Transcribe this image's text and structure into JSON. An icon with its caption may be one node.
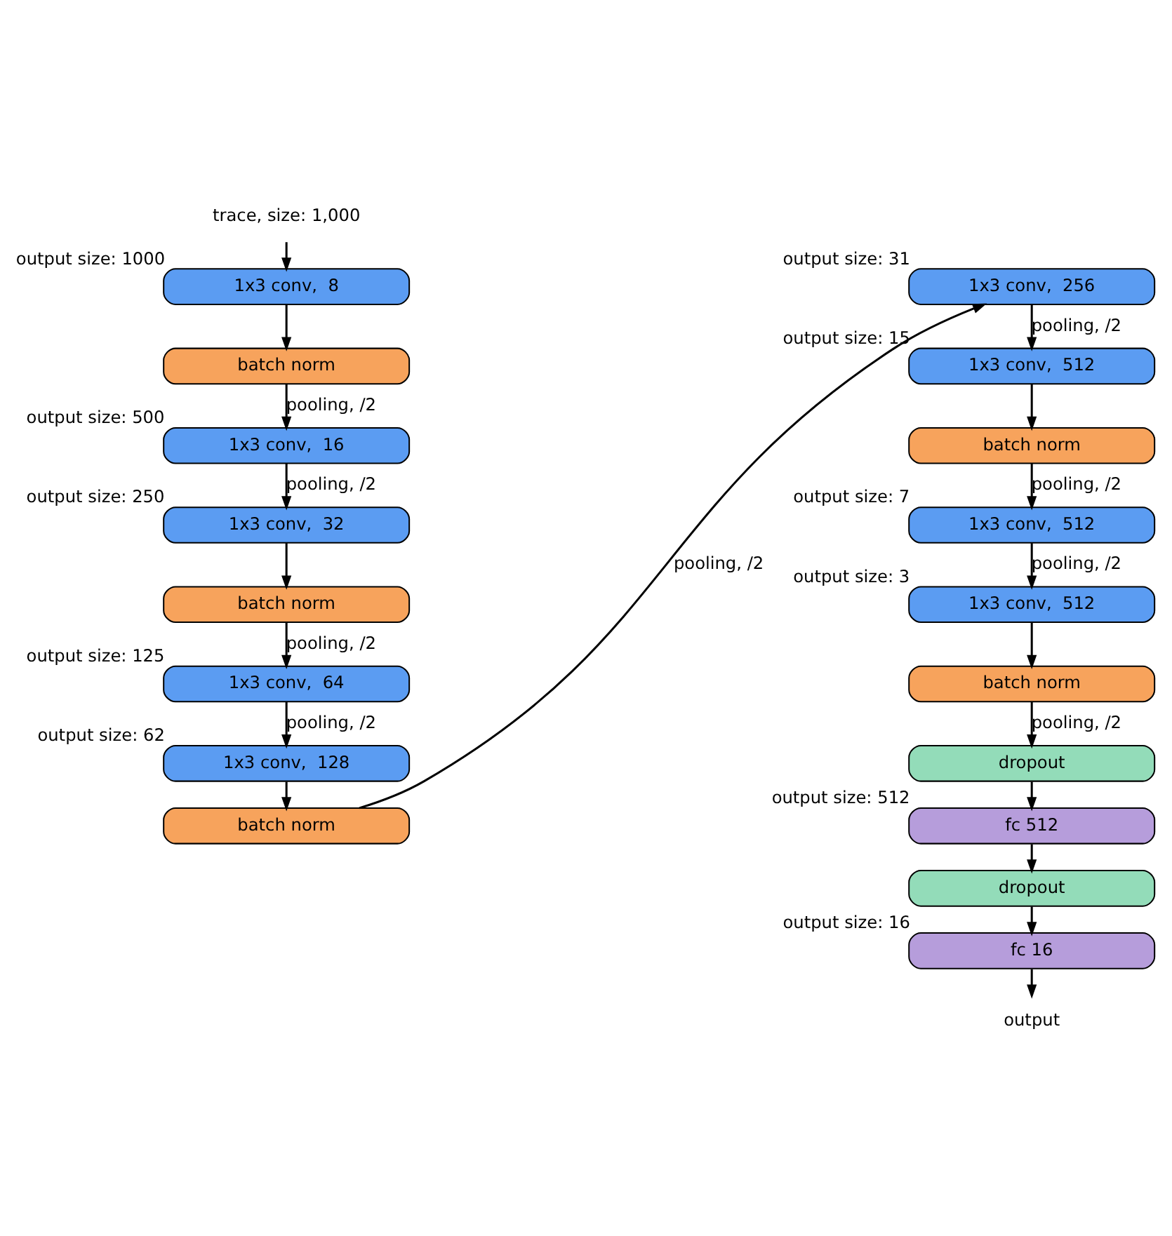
{
  "diagram": {
    "nodes": [
      {
        "text": [
          "trace, size: 1,000"
        ]
      },
      {
        "text": [
          "1x3 conv,  8"
        ],
        "beside": [
          "output size: 1000"
        ]
      },
      {
        "text": [
          "batch norm"
        ]
      },
      {
        "text": [
          "1x3 conv,  16"
        ],
        "beside": [
          "output size: 500"
        ]
      },
      {
        "text": [
          "1x3 conv,  32"
        ],
        "beside": [
          "output size: 250"
        ]
      },
      {
        "text": [
          "batch norm"
        ]
      },
      {
        "text": [
          "1x3 conv,  64"
        ],
        "beside": [
          "output size: 125"
        ]
      },
      {
        "text": [
          "1x3 conv,  128"
        ],
        "beside": [
          "output size: 62"
        ]
      },
      {
        "text": [
          "batch norm"
        ]
      },
      {
        "text": [
          "1x3 conv,  256"
        ],
        "beside": [
          "output size: 31"
        ]
      },
      {
        "text": [
          "1x3 conv,  512"
        ],
        "beside": [
          "output size: 15"
        ]
      },
      {
        "text": [
          "batch norm"
        ]
      },
      {
        "text": [
          "1x3 conv,  512"
        ],
        "beside": [
          "output size: 7"
        ]
      },
      {
        "text": [
          "1x3 conv,  512"
        ],
        "beside": [
          "output size: 3"
        ]
      },
      {
        "text": [
          "batch norm"
        ]
      },
      {
        "text": [
          "dropout"
        ]
      },
      {
        "text": [
          "fc 512"
        ],
        "beside": [
          "output size: 512"
        ]
      },
      {
        "text": [
          "dropout"
        ]
      },
      {
        "text": [
          "fc 16"
        ],
        "beside": [
          "output size: 16"
        ]
      },
      {
        "text": [
          "output"
        ]
      }
    ],
    "edges": [
      {
        "from": 0,
        "to": 1,
        "arrow": "to"
      },
      {
        "from": 1,
        "to": 2,
        "arrow": "to"
      },
      {
        "from": 2,
        "to": 3,
        "arrow": "to",
        "label": "pooling, /2"
      },
      {
        "from": 3,
        "to": 4,
        "arrow": "to",
        "label": "pooling, /2"
      },
      {
        "from": 4,
        "to": 5,
        "arrow": "to"
      },
      {
        "from": 5,
        "to": 6,
        "arrow": "to",
        "label": "pooling, /2"
      },
      {
        "from": 6,
        "to": 7,
        "arrow": "to",
        "label": "pooling, /2"
      },
      {
        "from": 7,
        "to": 8,
        "arrow": "to"
      },
      {
        "from": 8,
        "to": 9,
        "arrow": "to",
        "label": "pooling, /2"
      },
      {
        "from": 9,
        "to": 10,
        "arrow": "to",
        "label": "pooling, /2"
      },
      {
        "from": 10,
        "to": 11,
        "arrow": "to"
      },
      {
        "from": 11,
        "to": 12,
        "arrow": "to",
        "label": "pooling, /2"
      },
      {
        "from": 12,
        "to": 13,
        "arrow": "to",
        "label": "pooling, /2"
      },
      {
        "from": 13,
        "to": 14,
        "arrow": "to"
      },
      {
        "from": 14,
        "to": 15,
        "arrow": "to",
        "label": "pooling, /2"
      },
      {
        "from": 15,
        "to": 16,
        "arrow": "to"
      },
      {
        "from": 16,
        "to": 17,
        "arrow": "to"
      },
      {
        "from": 17,
        "to": 18,
        "arrow": "to"
      },
      {
        "from": 18,
        "to": 19,
        "arrow": "to"
      }
    ]
  }
}
